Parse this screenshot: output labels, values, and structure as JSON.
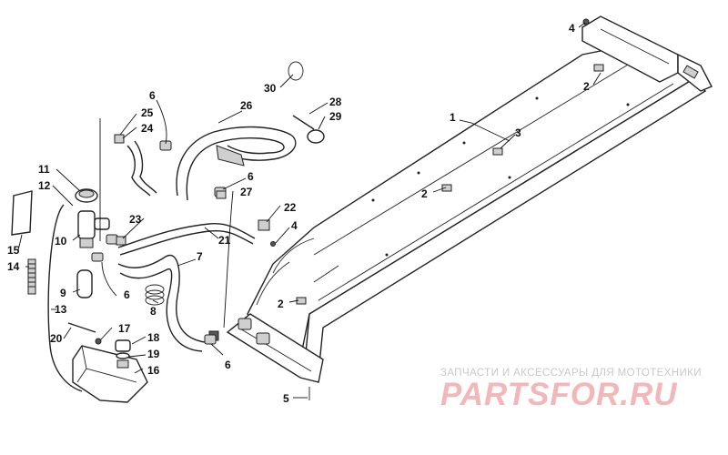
{
  "callouts": {
    "c1": "1",
    "c2a": "2",
    "c2b": "2",
    "c2c": "2",
    "c3": "3",
    "c4a": "4",
    "c4b": "4",
    "c5": "5",
    "c6a": "6",
    "c6b": "6",
    "c6c": "6",
    "c6d": "6",
    "c7": "7",
    "c8": "8",
    "c9": "9",
    "c10": "10",
    "c11": "11",
    "c12": "12",
    "c13": "13",
    "c14": "14",
    "c15": "15",
    "c16": "16",
    "c17": "17",
    "c18": "18",
    "c19": "19",
    "c20": "20",
    "c21": "21",
    "c22": "22",
    "c23": "23",
    "c24": "24",
    "c25": "25",
    "c26": "26",
    "c27": "27",
    "c28": "28",
    "c29": "29",
    "c30": "30"
  },
  "watermark": {
    "tagline": "ЗАПЧАСТИ И АКСЕССУАРЫ ДЛЯ МОТОТЕХНИКИ",
    "logo": "PARTSFOR.RU"
  },
  "colors": {
    "line": "#222222",
    "watermark_text": "#c9c9c9",
    "watermark_logo": "#f2b8b8"
  }
}
